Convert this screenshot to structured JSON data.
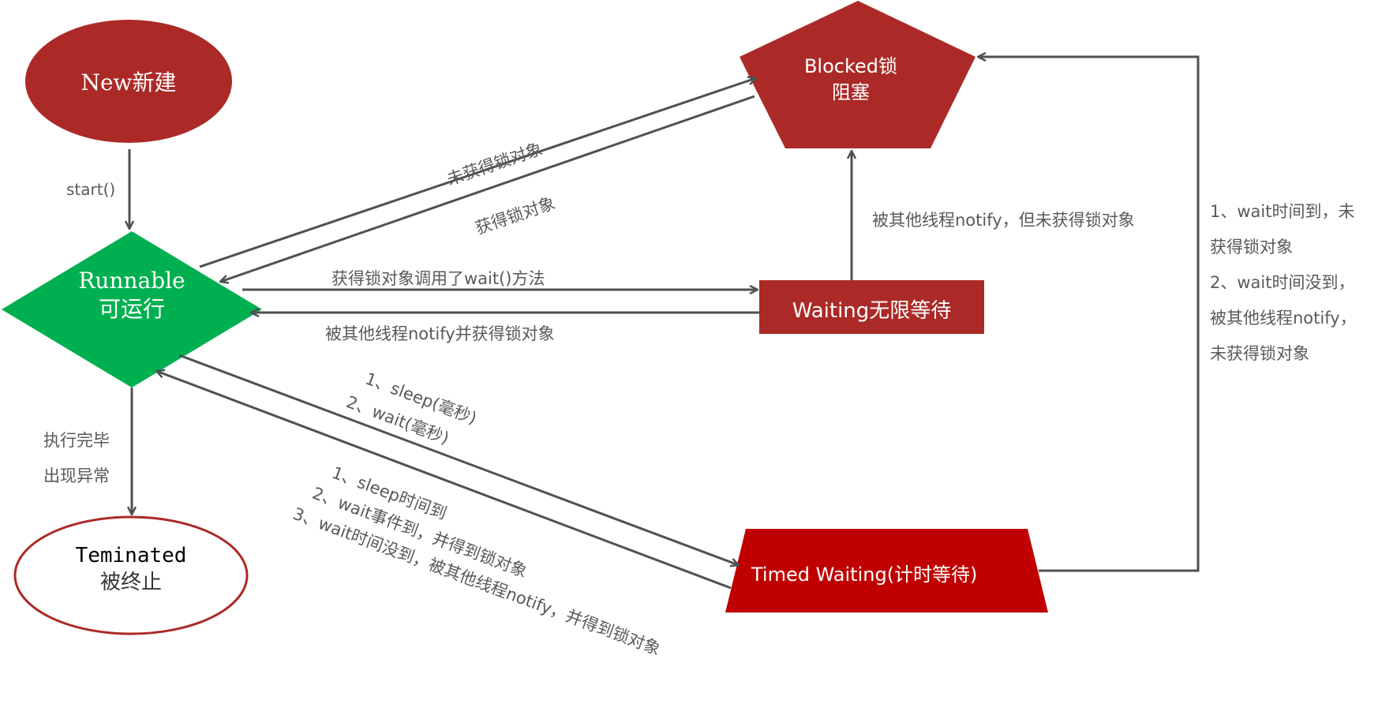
{
  "colors": {
    "dark_red": "#ab2a27",
    "bright_red": "#c00000",
    "green": "#00b050",
    "connector": "#4d5253",
    "label_gray": "#595959"
  },
  "states": {
    "new": {
      "title": "New新建"
    },
    "runnable": {
      "line1": "Runnable",
      "line2": "可运行"
    },
    "blocked": {
      "line1": "Blocked锁",
      "line2": "阻塞"
    },
    "waiting": {
      "title": "Waiting无限等待"
    },
    "timed_waiting": {
      "title": "Timed Waiting(计时等待)"
    },
    "terminated": {
      "line1": "Teminated",
      "line2": "被终止"
    }
  },
  "transitions": {
    "start": "start()",
    "to_terminated": [
      "执行完毕",
      "出现异常"
    ],
    "runnable_to_blocked": "未获得锁对象",
    "blocked_to_runnable": "获得锁对象",
    "runnable_to_waiting": "获得锁对象调用了wait()方法",
    "waiting_to_runnable": "被其他线程notify并获得锁对象",
    "waiting_to_blocked": "被其他线程notify，但未获得锁对象",
    "runnable_to_timed": [
      "1、sleep(毫秒)",
      "2、wait(毫秒)"
    ],
    "timed_to_runnable": [
      "1、sleep时间到",
      "2、wait事件到，并得到锁对象",
      "3、wait时间没到，被其他线程notify，并得到锁对象"
    ],
    "timed_to_blocked": [
      "1、wait时间到，未",
      "获得锁对象",
      "2、wait时间没到，",
      "被其他线程notify，",
      "未获得锁对象"
    ]
  }
}
